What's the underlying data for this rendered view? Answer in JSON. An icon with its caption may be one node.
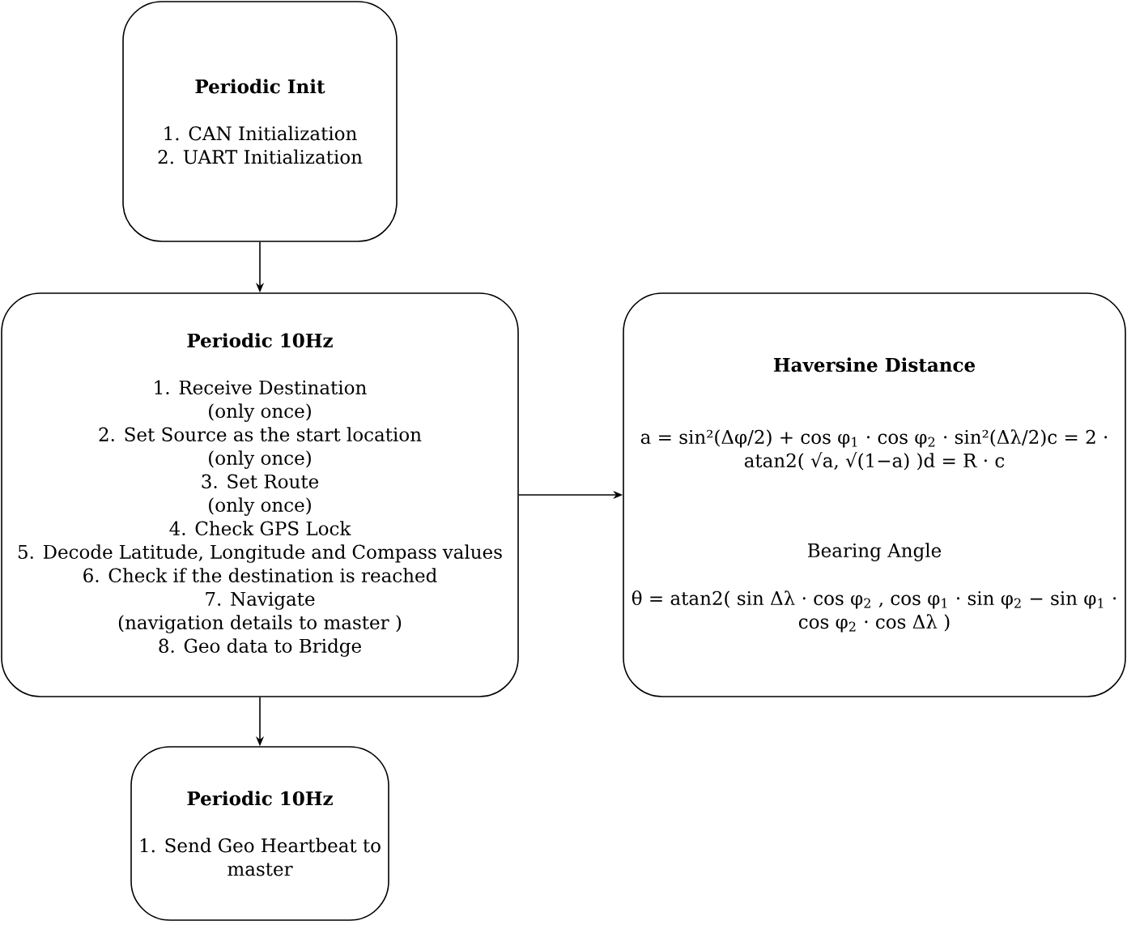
{
  "diagram": {
    "nodes": [
      {
        "text": [
          "Periodic Init",
          "1. CAN Initialization",
          "2. UART Initialization"
        ]
      },
      {
        "text": [
          "Periodic 10Hz",
          "1. Receive Destination",
          "(only once)",
          "2. Set Source as the start location",
          "(only once)",
          "3. Set Route",
          "(only once)",
          "4. Check GPS Lock",
          "5. Decode Latitude, Longitude and Compass values",
          "6. Check if the destination is reached",
          "7. Navigate",
          "(navigation details to master )",
          "8. Geo data to Bridge"
        ]
      },
      {
        "text": [
          "Periodic 10Hz",
          "1. Send Geo Heartbeat to master"
        ]
      },
      {
        "text": [
          "Haversine Distance",
          "a = sin²(Δφ/2) + cos φ$_{1}$ · cos φ$_{2}$ · sin²(Δλ/2)c = 2 · atan2( √a, √(1−a) )d = R · c",
          "Bearing Angle",
          "θ = atan2( sin Δλ · cos φ$_{2}$ , cos φ$_{1}$ · sin φ$_{2}$ − sin φ$_{1}$ · cos φ$_{2}$ · cos Δλ )"
        ]
      }
    ],
    "edges": [
      {
        "from": 0,
        "to": 1,
        "arrow": "to"
      },
      {
        "from": 1,
        "to": 2,
        "arrow": "to"
      },
      {
        "from": 1,
        "to": 3,
        "arrow": "to"
      }
    ]
  }
}
